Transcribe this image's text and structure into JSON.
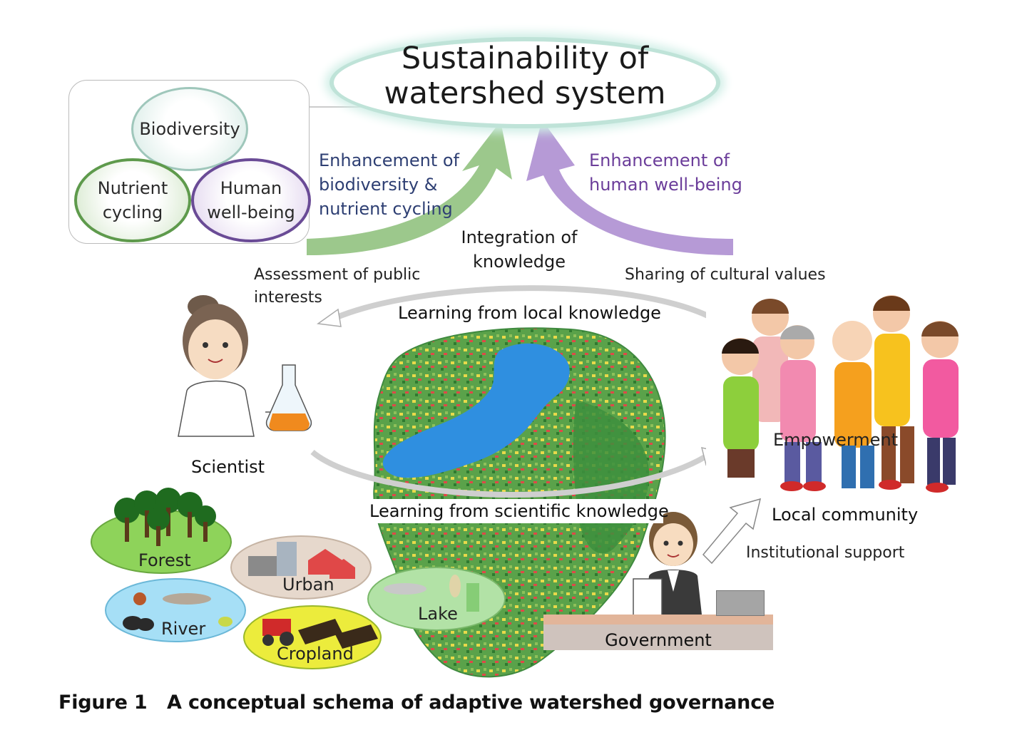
{
  "title": {
    "line1": "Sustainability of",
    "line2": "watershed system"
  },
  "values": {
    "biodiversity": "Biodiversity",
    "nutrient_line1": "Nutrient",
    "nutrient_line2": "cycling",
    "human_line1": "Human",
    "human_line2": "well-being"
  },
  "arrows": {
    "green_line1": "Enhancement of",
    "green_line2": "biodiversity &",
    "green_line3": "nutrient cycling",
    "purple_line1": "Enhancement of",
    "purple_line2": "human well-being",
    "integration_line1": "Integration of",
    "integration_line2": "knowledge"
  },
  "cycle": {
    "assessment_line1": "Assessment of public",
    "assessment_line2": "interests",
    "sharing": "Sharing of cultural values",
    "learning_local": "Learning from local knowledge",
    "learning_scientific": "Learning from scientific knowledge"
  },
  "actors": {
    "scientist": "Scientist",
    "empowerment": "Empowerment",
    "local_community": "Local community",
    "institutional_support": "Institutional support",
    "government": "Government"
  },
  "habitats": {
    "forest": "Forest",
    "urban": "Urban",
    "river": "River",
    "lake": "Lake",
    "cropland": "Cropland"
  },
  "caption": "Figure 1   A conceptual schema of adaptive watershed governance",
  "colors": {
    "green_arrow": "#9cc88c",
    "purple_arrow": "#b69ad6",
    "green_text": "#2e3f73",
    "purple_text": "#6b3d9a",
    "lake_blue": "#2f8fe0",
    "ellipse_glow": "#bfe3d8"
  }
}
